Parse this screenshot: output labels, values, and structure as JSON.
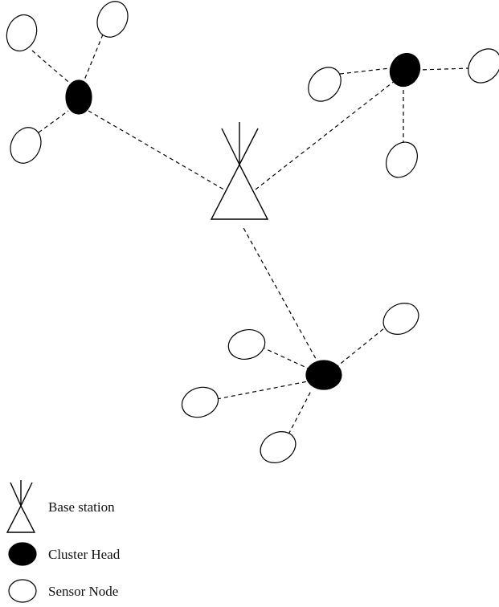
{
  "colors": {
    "cluster_head_fill": "#000000",
    "sensor_node_fill": "#ffffff",
    "line": "#000000"
  },
  "legend": {
    "base_station_label": "Base station",
    "cluster_head_label": "Cluster Head",
    "sensor_node_label": "Sensor Node"
  },
  "network": {
    "base_station": {
      "id": "bs",
      "type": "base-station"
    },
    "clusters": [
      {
        "id": "ch1",
        "type": "cluster-head",
        "sensor_ids": [
          "s1",
          "s2",
          "s3"
        ]
      },
      {
        "id": "ch2",
        "type": "cluster-head",
        "sensor_ids": [
          "s4",
          "s5",
          "s6"
        ]
      },
      {
        "id": "ch3",
        "type": "cluster-head",
        "sensor_ids": [
          "s7",
          "s8",
          "s9",
          "s10"
        ]
      }
    ]
  }
}
